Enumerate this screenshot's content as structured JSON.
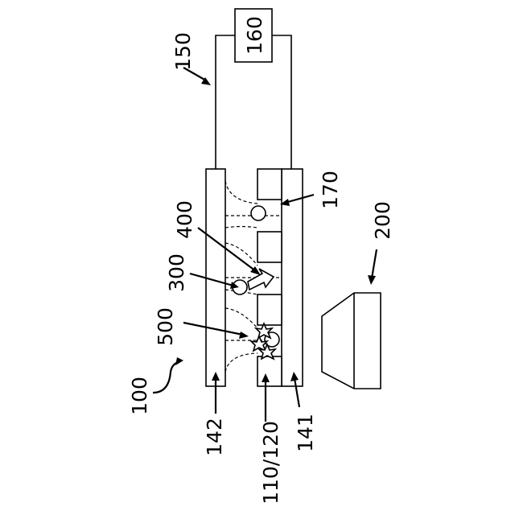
{
  "labels": {
    "l100": "100",
    "l110_120": "110/120",
    "l141": "141",
    "l142": "142",
    "l150": "150",
    "l160": "160",
    "l170": "170",
    "l200": "200",
    "l300": "300",
    "l400": "400",
    "l500": "500"
  }
}
